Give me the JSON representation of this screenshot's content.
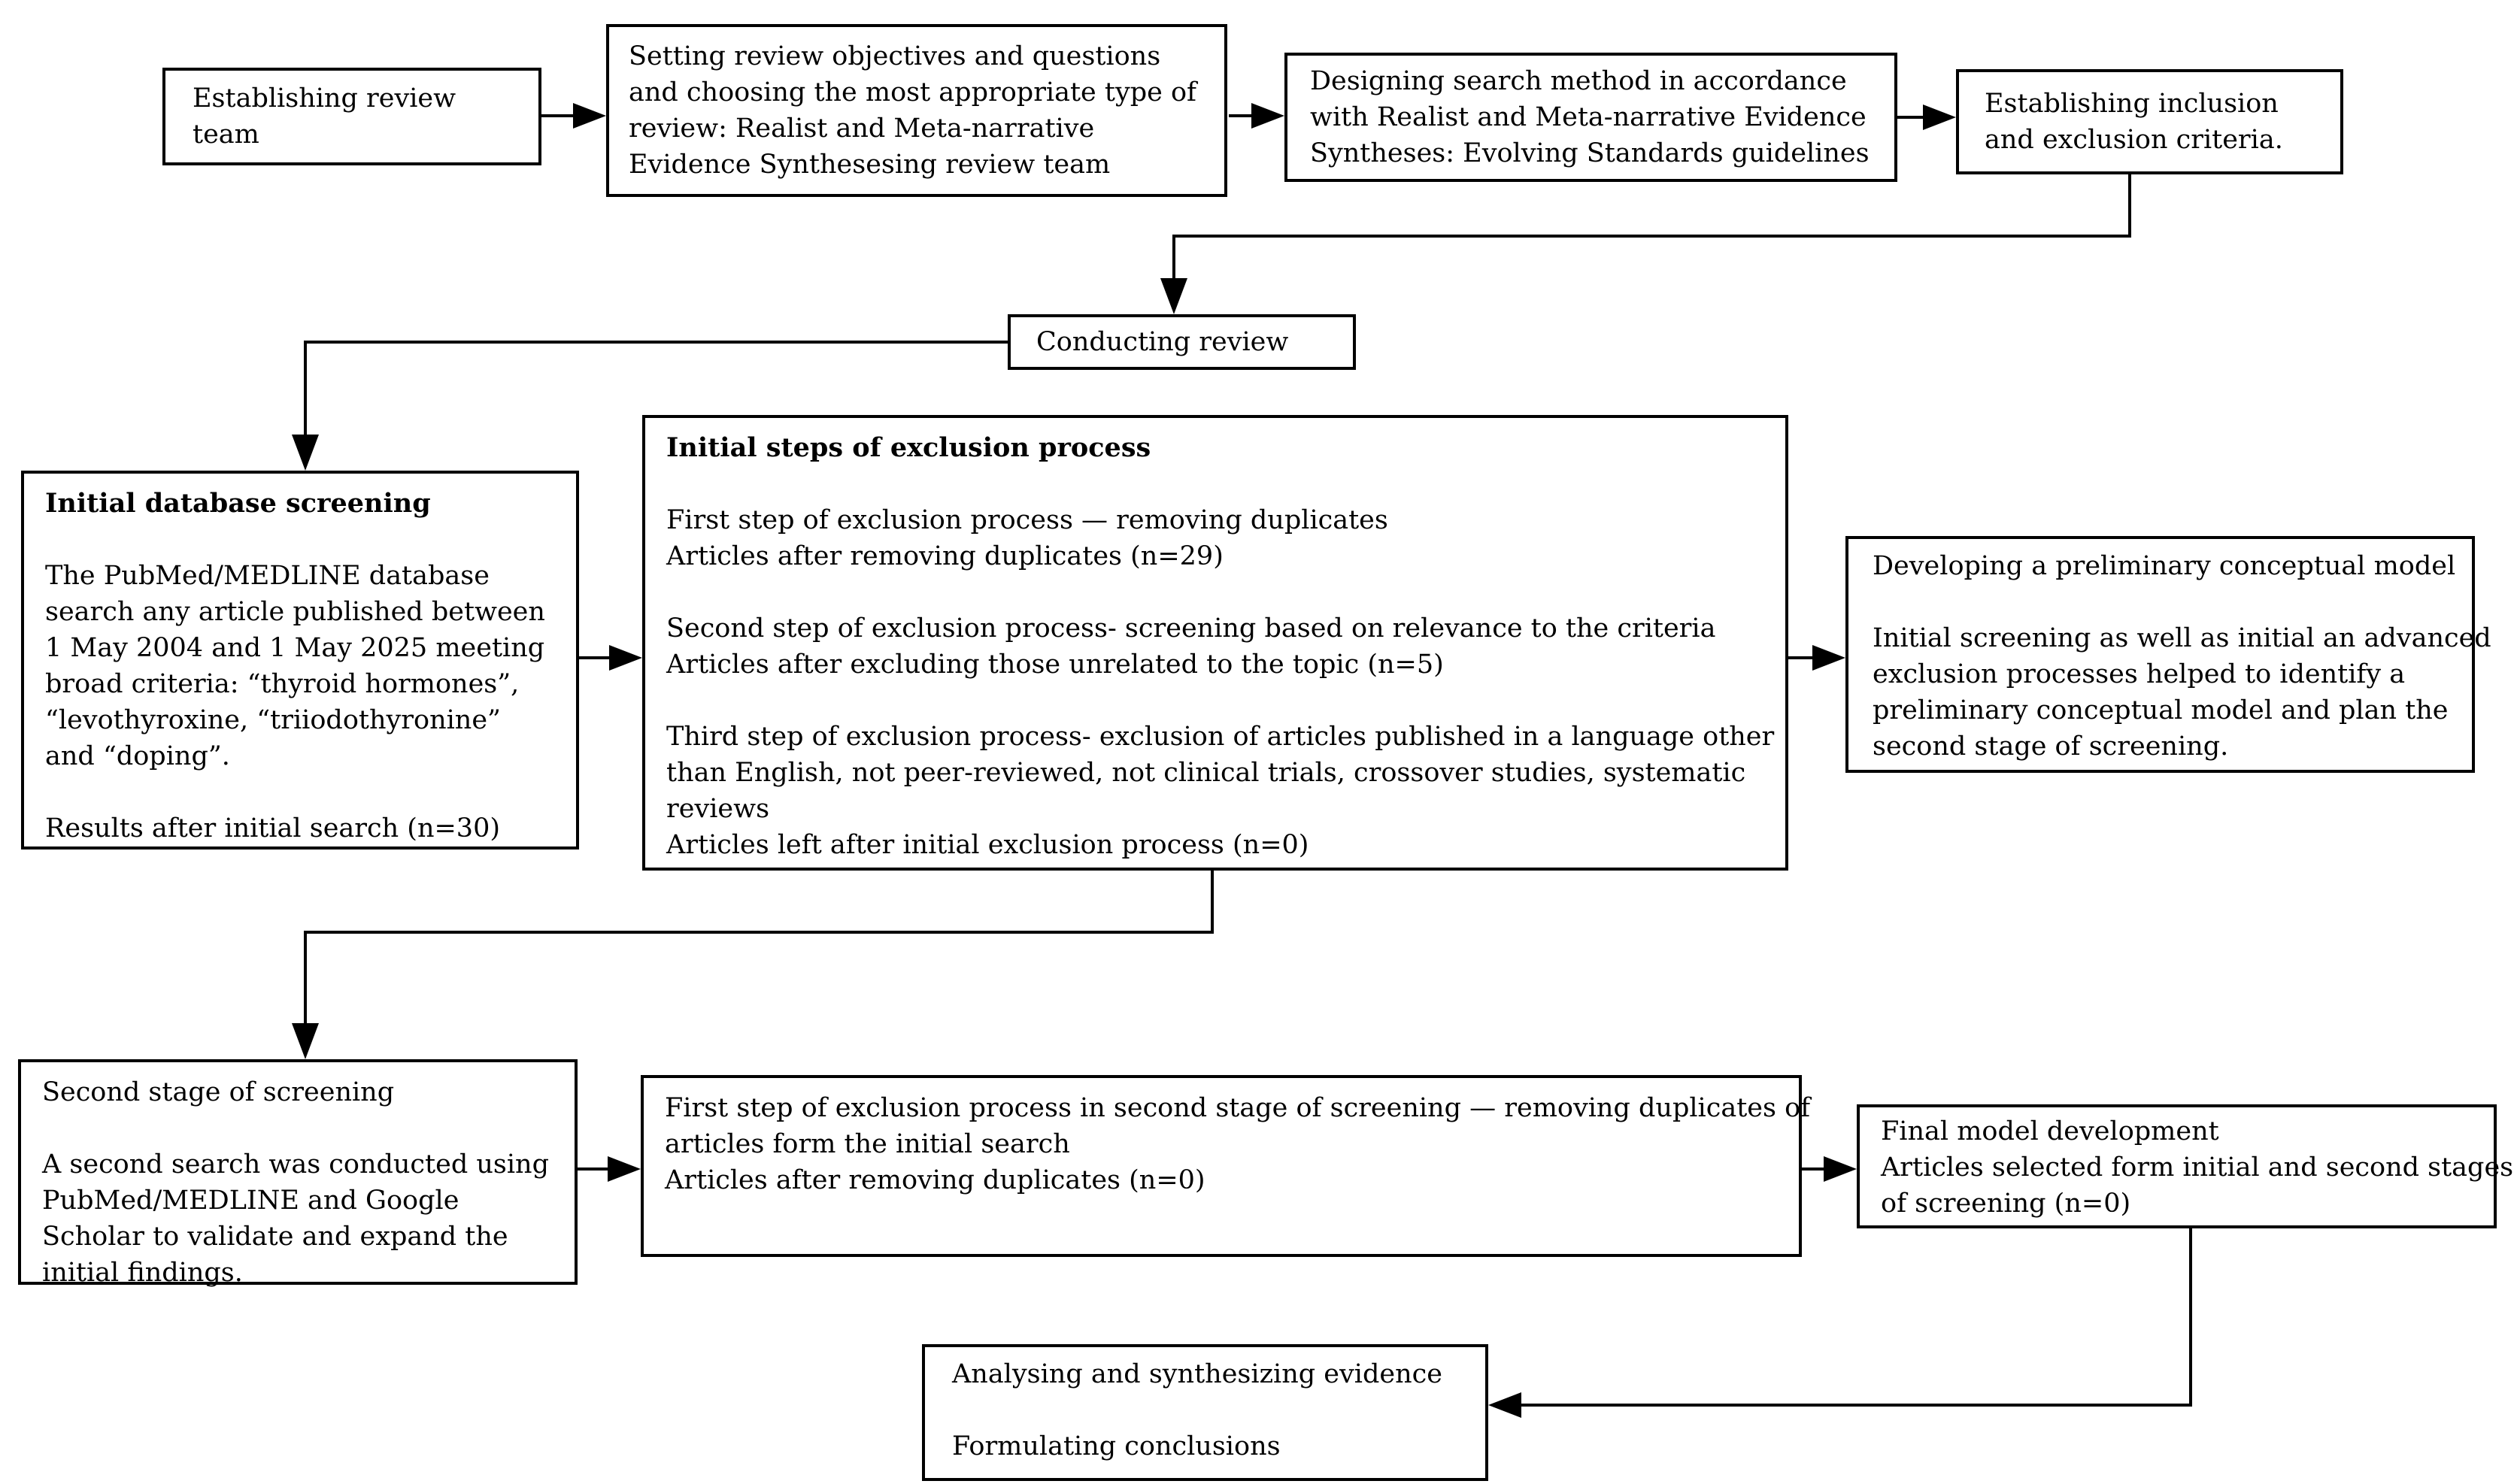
{
  "colors": {
    "background": "#ffffff",
    "border": "#000000",
    "text": "#000000"
  },
  "boxes": {
    "establishing_team": {
      "lines": [
        "Establishing review",
        "team"
      ]
    },
    "setting_objectives": {
      "lines": [
        "Setting review objectives and questions",
        "and choosing the most appropriate type of",
        "review: Realist and Meta-narrative",
        "Evidence Synthesesing review team"
      ]
    },
    "designing_search": {
      "lines": [
        "Designing search method in accordance",
        "with Realist and Meta-narrative Evidence",
        "Syntheses: Evolving Standards guidelines"
      ]
    },
    "inclusion_criteria": {
      "lines": [
        "Establishing inclusion",
        "and exclusion criteria."
      ]
    },
    "conducting_review": {
      "lines": [
        "Conducting review"
      ]
    },
    "initial_database_screening": {
      "title": "Initial database screening",
      "lines": [
        "",
        "The PubMed/MEDLINE database",
        "search any article published between",
        "1 May 2004 and 1 May 2025 meeting",
        "broad criteria: “thyroid hormones”,",
        "“levothyroxine, “triiodothyronine”",
        "and “doping”.",
        "",
        "Results after initial search (n=30)"
      ]
    },
    "initial_steps_exclusion": {
      "title": "Initial steps of exclusion process",
      "lines": [
        "",
        "First step of exclusion process — removing duplicates",
        "Articles after removing duplicates (n=29)",
        "",
        "Second step of exclusion process- screening based on relevance to the criteria",
        "Articles after excluding those unrelated to the topic (n=5)",
        "",
        "Third step of exclusion process- exclusion of articles published in a language other",
        "than English, not peer-reviewed, not clinical trials, crossover studies, systematic",
        "reviews",
        "Articles left after initial exclusion process (n=0)"
      ]
    },
    "developing_model": {
      "lines": [
        "Developing a preliminary conceptual model",
        "",
        "Initial screening as well as initial an advanced",
        "exclusion processes helped to identify a",
        "preliminary conceptual model and plan the",
        "second stage of screening."
      ]
    },
    "second_stage_screening": {
      "lines": [
        "Second stage of screening",
        "",
        "A second search was conducted using",
        "PubMed/MEDLINE and Google",
        "Scholar to validate and expand the",
        "initial findings."
      ]
    },
    "second_stage_first_step": {
      "lines": [
        "First step of exclusion process in second stage of screening — removing duplicates of",
        "articles form the initial search",
        "Articles after removing duplicates (n=0)"
      ]
    },
    "final_model": {
      "lines": [
        "Final model development",
        "Articles selected form initial and second stages",
        "of screening (n=0)"
      ]
    },
    "analysing_conclusions": {
      "lines": [
        "Analysing and synthesizing evidence",
        "",
        "Formulating conclusions"
      ]
    }
  }
}
